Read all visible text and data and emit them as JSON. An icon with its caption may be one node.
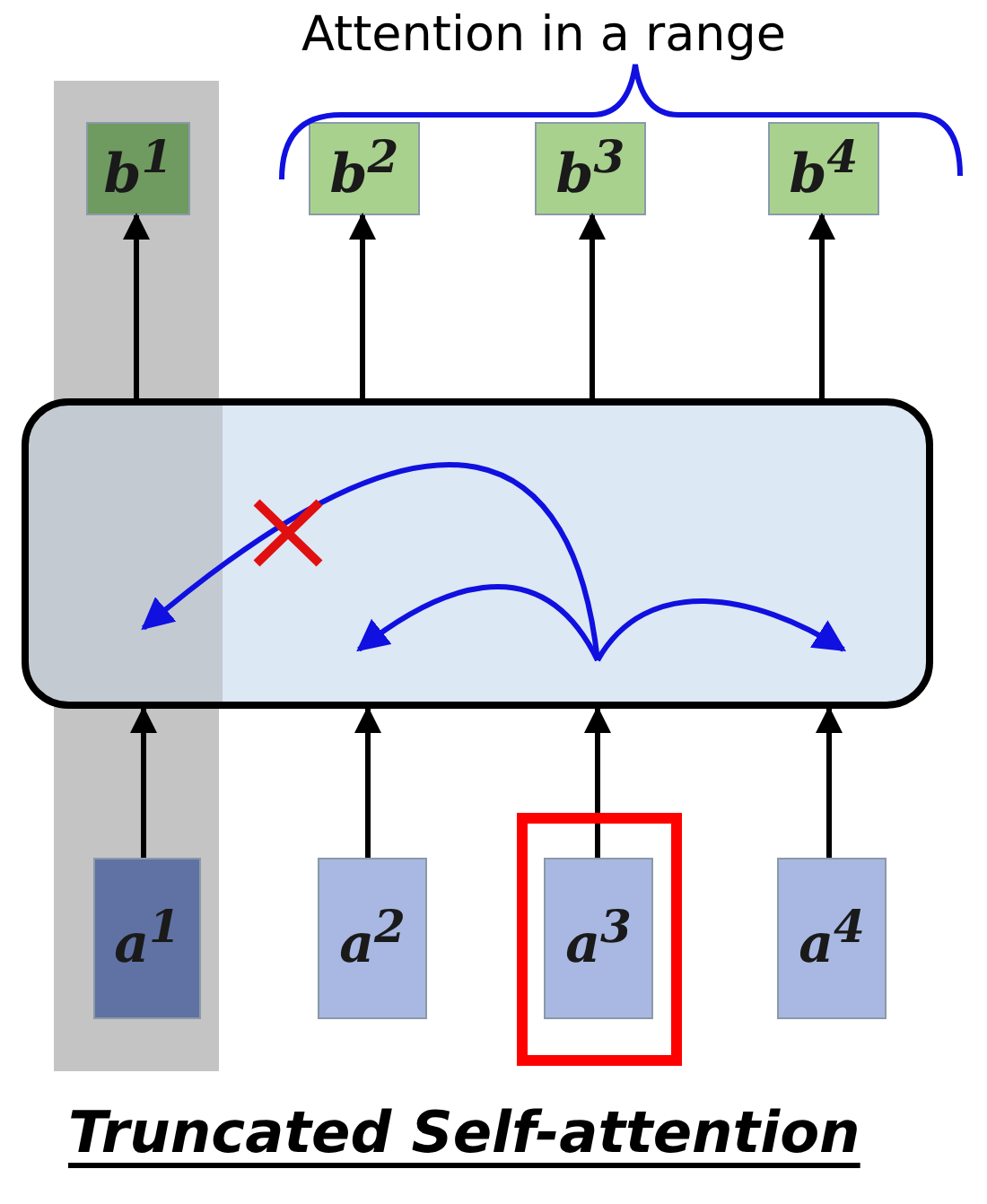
{
  "diagram": {
    "caption": "Truncated Self-attention",
    "nodes": [
      {
        "text": [
          "b$^{1}$"
        ]
      },
      {
        "text": [
          "b$^{2}$"
        ]
      },
      {
        "text": [
          "b$^{3}$"
        ]
      },
      {
        "text": [
          "b$^{4}$"
        ]
      },
      {
        "text": [],
        "shape": "box"
      },
      {
        "text": [
          "a$^{1}$"
        ]
      },
      {
        "text": [
          "a$^{2}$"
        ]
      },
      {
        "text": [
          "a$^{3}$"
        ]
      },
      {
        "text": [
          "a$^{4}$"
        ]
      }
    ],
    "edges": [
      {
        "from": 5,
        "to": 4,
        "arrow": "to"
      },
      {
        "from": 6,
        "to": 4,
        "arrow": "to"
      },
      {
        "from": 7,
        "to": 4,
        "arrow": "to"
      },
      {
        "from": 8,
        "to": 4,
        "arrow": "to"
      },
      {
        "from": 4,
        "to": 0,
        "arrow": "to"
      },
      {
        "from": 4,
        "to": 1,
        "arrow": "to"
      },
      {
        "from": 4,
        "to": 2,
        "arrow": "to"
      },
      {
        "from": 4,
        "to": 3,
        "arrow": "to"
      }
    ],
    "labels": [
      "Attention in a range"
    ]
  }
}
